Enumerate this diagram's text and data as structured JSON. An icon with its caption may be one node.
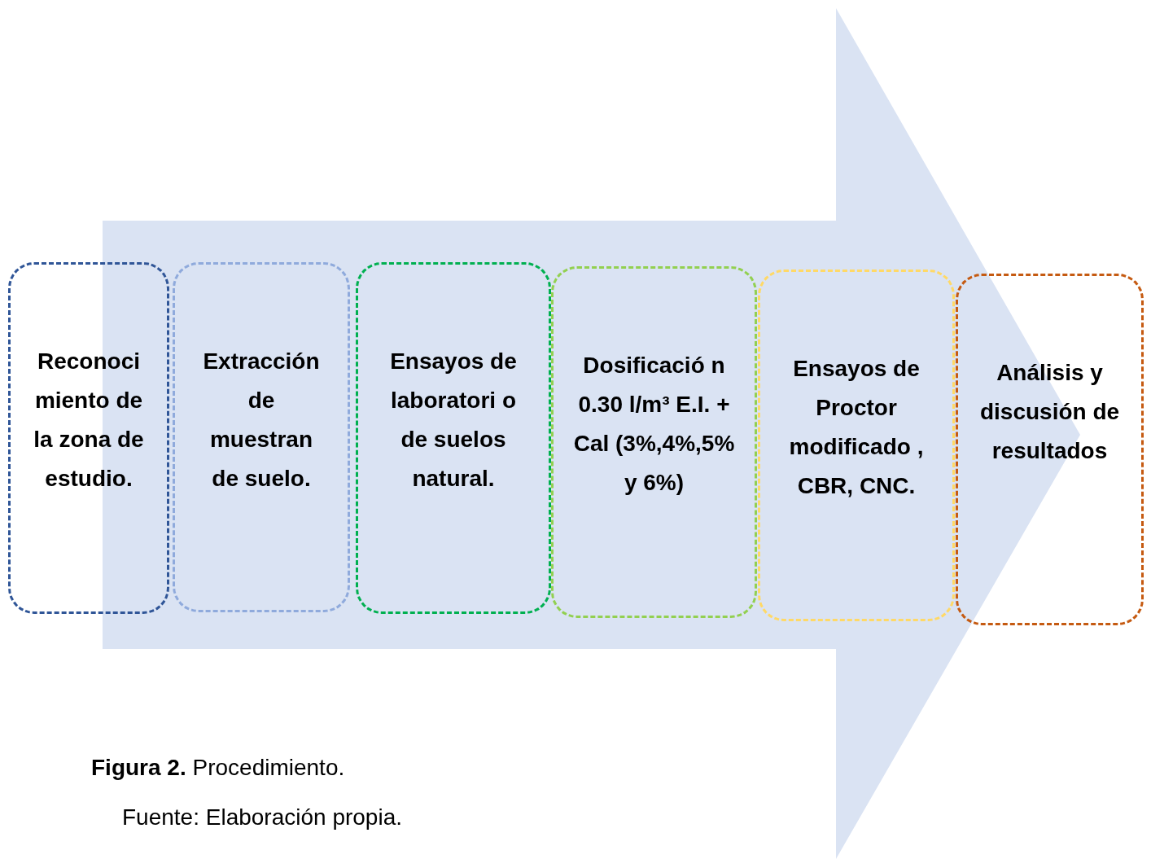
{
  "diagram": {
    "caption": "**Figura 2.** Procedimiento.",
    "nodes": [
      {
        "text": [
          "Reconoci miento de la zona de estudio."
        ]
      },
      {
        "text": [
          "Extracción de muestran de suelo."
        ]
      },
      {
        "text": [
          "Ensayos de laboratori o de suelos natural."
        ]
      },
      {
        "text": [
          "Dosificació n 0.30 l/m³ E.I. + Cal (3%,4%,5% y 6%)"
        ]
      },
      {
        "text": [
          "Ensayos de Proctor modificado , CBR, CNC."
        ]
      },
      {
        "text": [
          "Análisis y discusión de resultados"
        ]
      }
    ],
    "edges": [
      {
        "from": 0,
        "to": 5,
        "arrow": "to"
      }
    ],
    "labels": [
      "Fuente: Elaboración propia."
    ]
  }
}
